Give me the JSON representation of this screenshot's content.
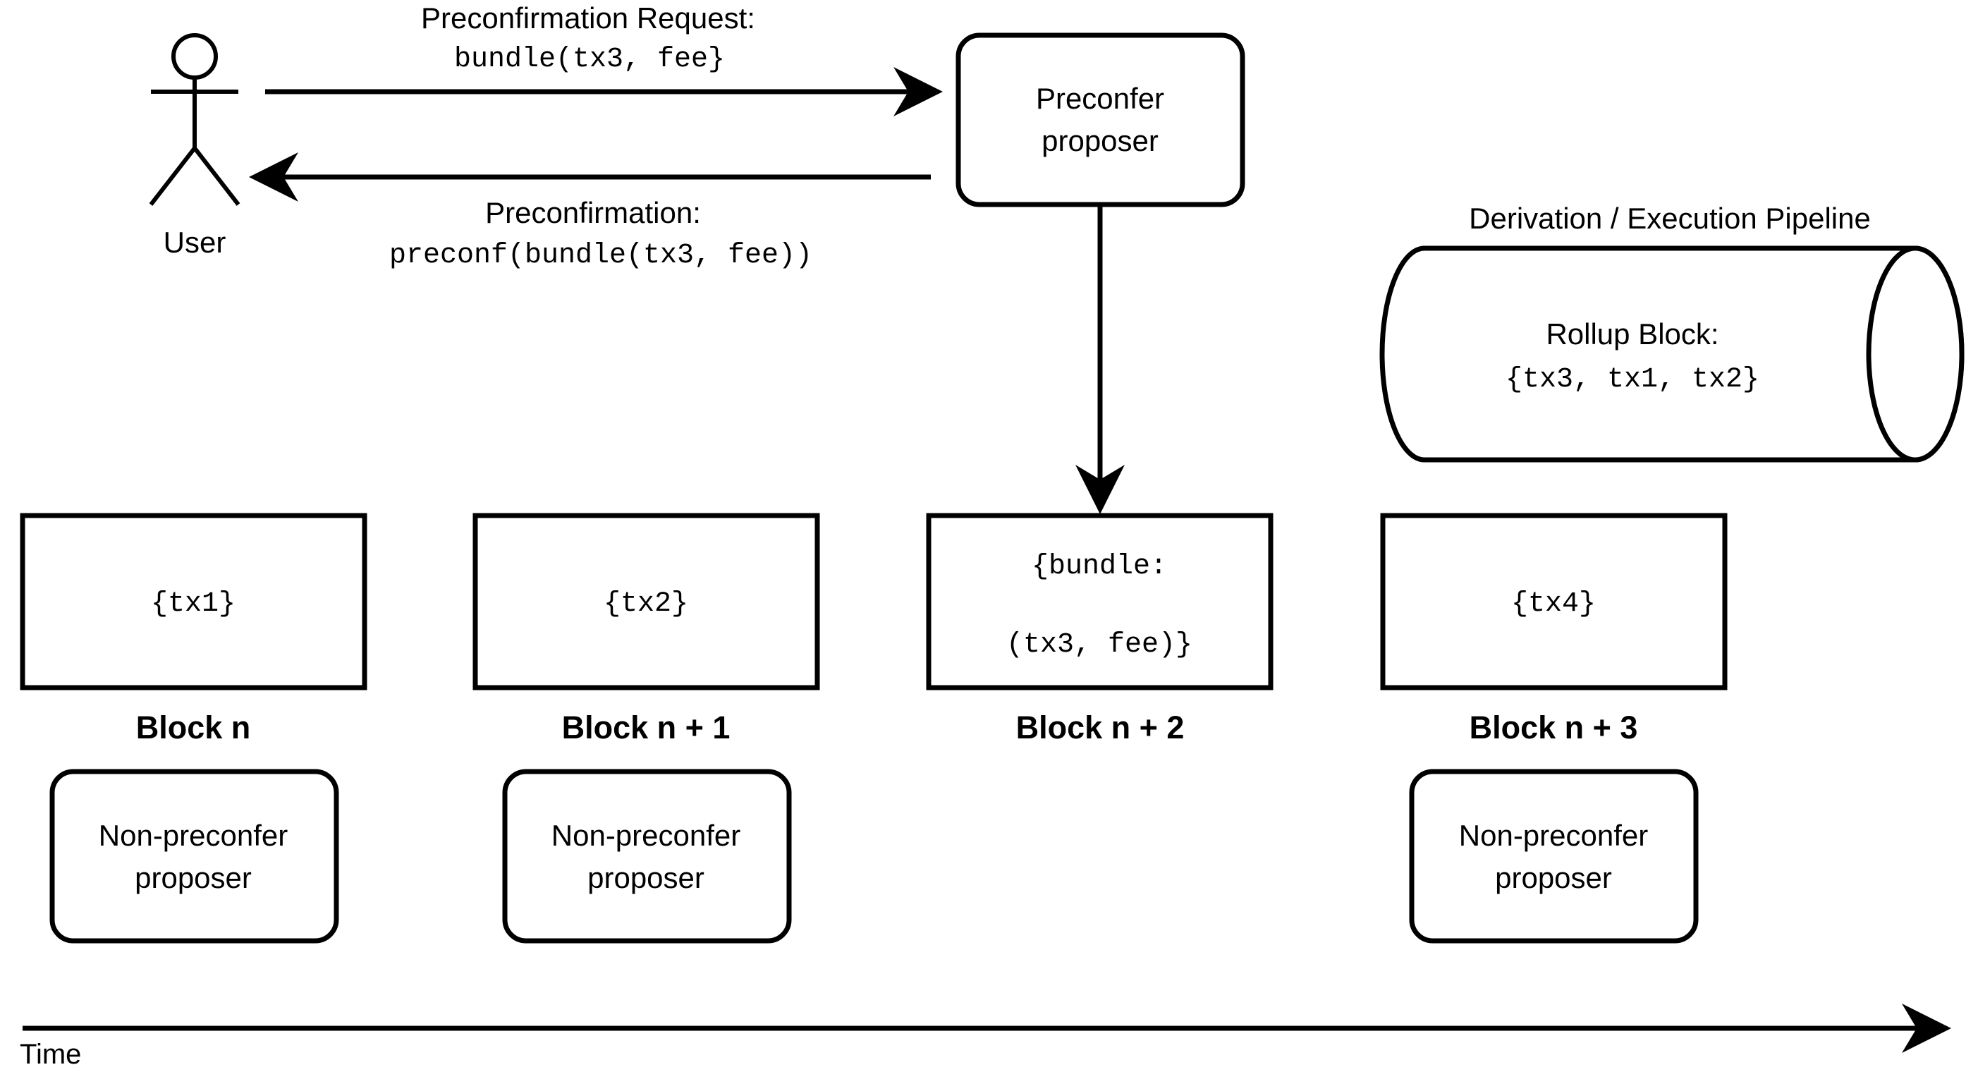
{
  "user": {
    "label": "User"
  },
  "request": {
    "title": "Preconfirmation Request:",
    "code": "bundle(tx3, fee}"
  },
  "response": {
    "title": "Preconfirmation:",
    "code": "preconf(bundle(tx3, fee))"
  },
  "preconfer": {
    "line1": "Preconfer",
    "line2": "proposer"
  },
  "pipeline": {
    "title": "Derivation / Execution Pipeline",
    "line1": "Rollup Block:",
    "line2": "{tx3, tx1, tx2}"
  },
  "blocks": [
    {
      "content": "{tx1}",
      "label": "Block n"
    },
    {
      "content": "{tx2}",
      "label": "Block n + 1"
    },
    {
      "content_line1": "{bundle:",
      "content_line2": "(tx3, fee)}",
      "label": "Block n + 2"
    },
    {
      "content": "{tx4}",
      "label": "Block n + 3"
    }
  ],
  "non_preconfer": {
    "line1": "Non-preconfer",
    "line2": "proposer"
  },
  "timeline": {
    "label": "Time"
  }
}
